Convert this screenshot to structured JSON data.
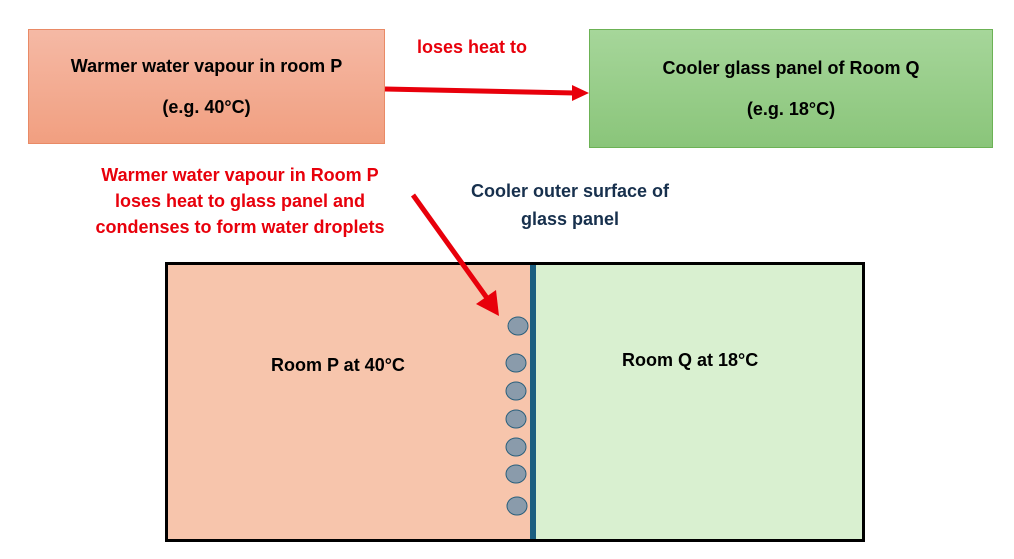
{
  "top_box_p": {
    "line1": "Warmer water vapour in room P",
    "line2": "(e.g. 40°C)"
  },
  "top_box_q": {
    "line1": "Cooler glass panel of Room Q",
    "line2": "(e.g.  18°C)"
  },
  "arrow_label": "loses heat to",
  "condensation_note": [
    "Warmer water vapour in Room P",
    "loses heat to glass panel and",
    "condenses to form water droplets"
  ],
  "glass_note": [
    "Cooler outer surface of",
    "glass panel"
  ],
  "room_p_label": "Room P at 40°C",
  "room_q_label": "Room Q at 18°C",
  "colors": {
    "arrow": "#e8000b",
    "glass": "#1b5f80",
    "droplet": "#8a9bab"
  }
}
